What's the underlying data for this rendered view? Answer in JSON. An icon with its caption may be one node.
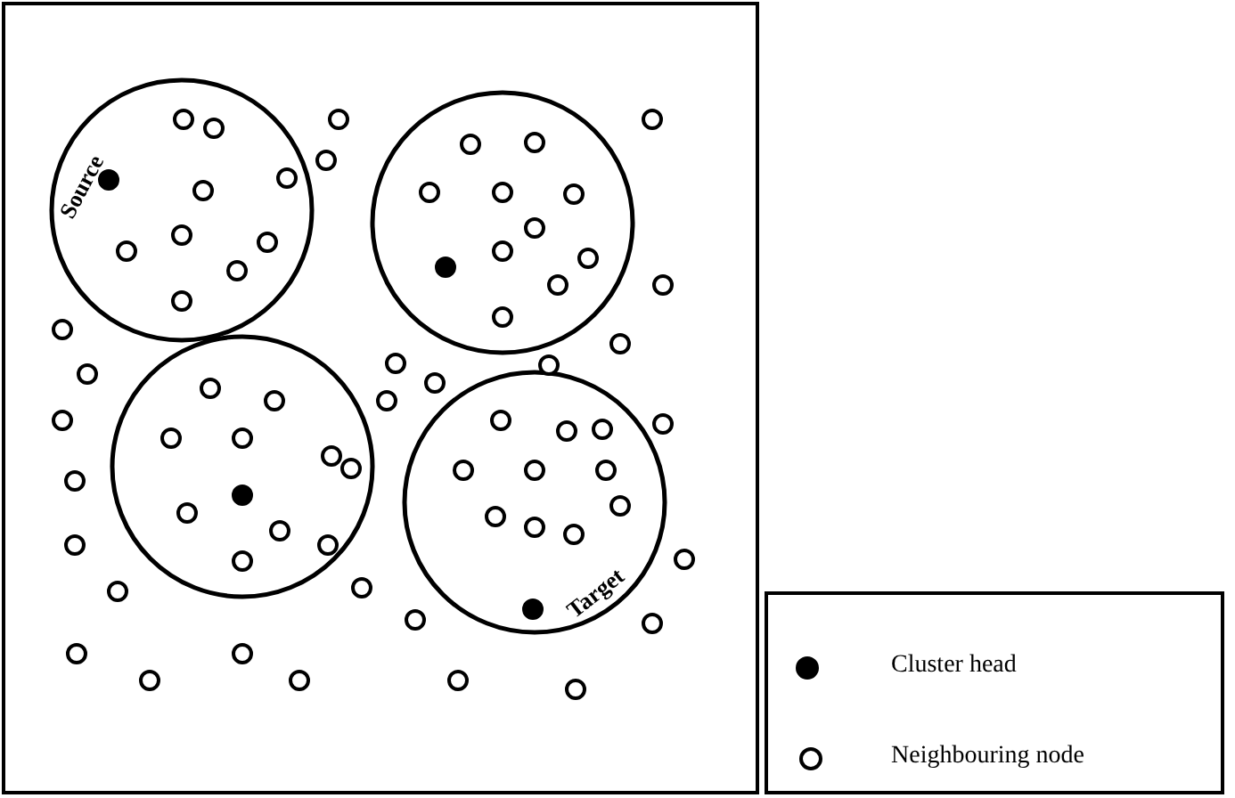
{
  "diagram": {
    "nodes": [
      {
        "text": [],
        "shape": "circle"
      },
      {
        "text": [],
        "shape": "circle"
      },
      {
        "text": [],
        "shape": "circle"
      },
      {
        "text": [],
        "shape": "circle"
      }
    ],
    "labels": [
      "Source",
      "Target"
    ],
    "legend": [
      {
        "text": "Cluster head"
      },
      {
        "text": "Neighbouring node"
      }
    ]
  }
}
